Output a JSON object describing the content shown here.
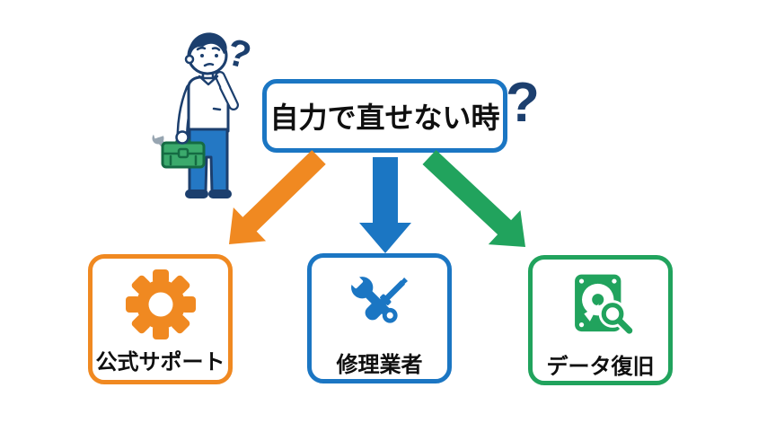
{
  "colors": {
    "orange": "#F08921",
    "blue": "#1B76C3",
    "green": "#21A35D",
    "navy": "#1C3F6E"
  },
  "main_box": {
    "label": "自力で直せない時",
    "question_mark": "?"
  },
  "person": {
    "question_mark": "?"
  },
  "branches": [
    {
      "label": "公式サポート",
      "icon": "gear-icon",
      "color": "#F08921"
    },
    {
      "label": "修理業者",
      "icon": "wrench-screwdriver-icon",
      "color": "#1B76C3"
    },
    {
      "label": "データ復旧",
      "icon": "hdd-search-icon",
      "color": "#21A35D"
    }
  ]
}
